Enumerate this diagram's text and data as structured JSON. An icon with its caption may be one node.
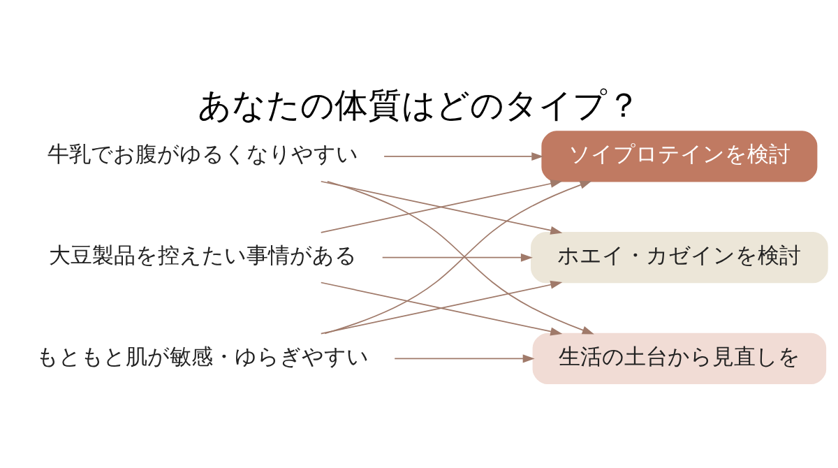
{
  "diagram": {
    "title": "あなたの体質はどのタイプ？",
    "nodes": [
      {
        "text": [
          "牛乳でお腹がゆるくなりやすい"
        ]
      },
      {
        "text": [
          "大豆製品を控えたい事情がある"
        ]
      },
      {
        "text": [
          "もともと肌が敏感・ゆらぎやすい"
        ]
      },
      {
        "text": [
          "ソイプロテインを検討"
        ]
      },
      {
        "text": [
          "ホエイ・カゼインを検討"
        ]
      },
      {
        "text": [
          "生活の土台から見直しを"
        ]
      }
    ],
    "edges": [
      {
        "from": 0,
        "to": 3,
        "arrow": "to"
      },
      {
        "from": 0,
        "to": 4,
        "arrow": "to"
      },
      {
        "from": 0,
        "to": 5,
        "arrow": "to"
      },
      {
        "from": 1,
        "to": 3,
        "arrow": "to"
      },
      {
        "from": 1,
        "to": 4,
        "arrow": "to"
      },
      {
        "from": 1,
        "to": 5,
        "arrow": "to"
      },
      {
        "from": 2,
        "to": 3,
        "arrow": "to"
      },
      {
        "from": 2,
        "to": 4,
        "arrow": "to"
      },
      {
        "from": 2,
        "to": 5,
        "arrow": "to"
      }
    ]
  }
}
